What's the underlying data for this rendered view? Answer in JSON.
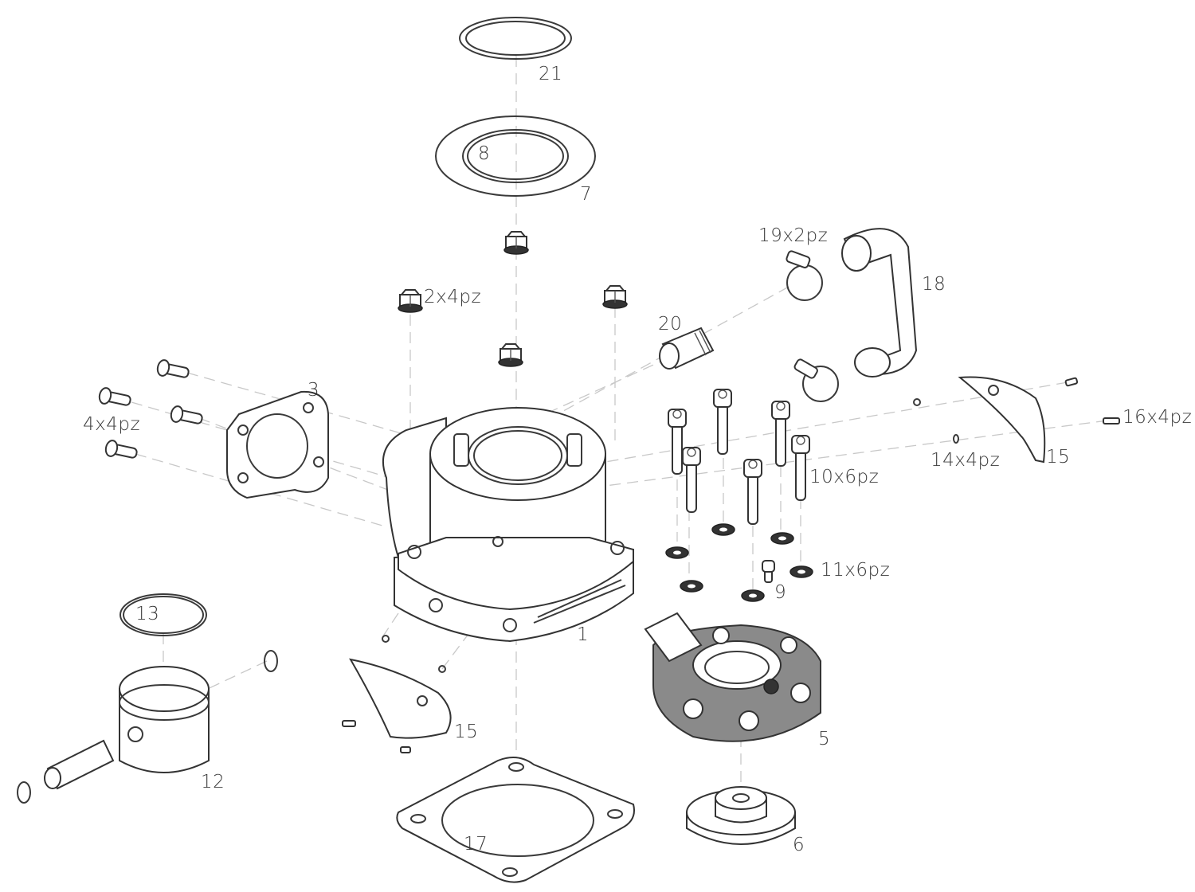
{
  "diagram": {
    "title": "Cylinder exploded parts view",
    "colors": {
      "line": "#3a3a3a",
      "guide": "#c8c8c8",
      "label": "#3c3c3c",
      "background": "#ffffff"
    },
    "labels": {
      "p1": "1",
      "p2": "2x4pz",
      "p3": "3",
      "p4": "4x4pz",
      "p5": "5",
      "p6": "6",
      "p7": "7",
      "p8": "8",
      "p9": "9",
      "p10": "10x6pz",
      "p11": "11x6pz",
      "p12": "12",
      "p13": "13",
      "p14": "14x4pz",
      "p15a": "15",
      "p15b": "15",
      "p16": "16x4pz",
      "p17": "17",
      "p18": "18",
      "p19": "19x2pz",
      "p20": "20",
      "p21": "21"
    }
  }
}
